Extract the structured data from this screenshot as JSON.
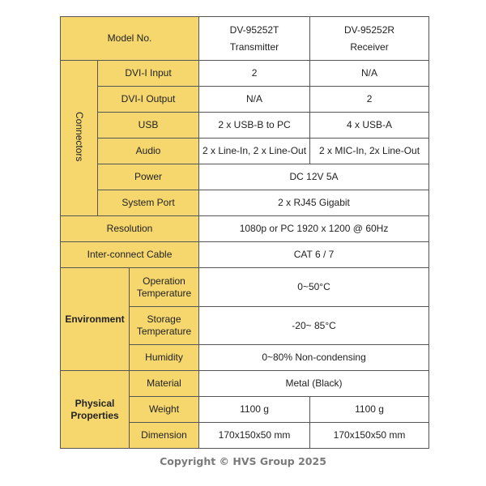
{
  "header": {
    "label": "Model No.",
    "tx_model": "DV-95252T",
    "tx_role": "Transmitter",
    "rx_model": "DV-95252R",
    "rx_role": "Receiver"
  },
  "connectors": {
    "group_label": "Connectors",
    "dvi_input": {
      "label": "DVI-I Input",
      "tx": "2",
      "rx": "N/A"
    },
    "dvi_output": {
      "label": "DVI-I Output",
      "tx": "N/A",
      "rx": "2"
    },
    "usb": {
      "label": "USB",
      "tx": "2 x USB-B to PC",
      "rx": "4 x USB-A"
    },
    "audio": {
      "label": "Audio",
      "tx": "2 x Line-In, 2 x Line-Out",
      "rx": "2 x MIC-In, 2x Line-Out"
    },
    "power": {
      "label": "Power",
      "value": "DC 12V 5A"
    },
    "system_port": {
      "label": "System Port",
      "value": "2 x RJ45 Gigabit"
    }
  },
  "resolution": {
    "label": "Resolution",
    "value": "1080p or PC 1920 x 1200 @ 60Hz"
  },
  "cable": {
    "label": "Inter-connect Cable",
    "value": "CAT 6 / 7"
  },
  "environment": {
    "group_label": "Environment",
    "operation_temp": {
      "label": [
        "Operation",
        "Temperature"
      ],
      "value": "0~50°C"
    },
    "storage_temp": {
      "label": [
        "Storage",
        "Temperature"
      ],
      "value": "-20~ 85°C"
    },
    "humidity": {
      "label": "Humidity",
      "value": "0~80% Non-condensing"
    }
  },
  "physical": {
    "group_label": [
      "Physical",
      "Properties"
    ],
    "material": {
      "label": "Material",
      "value": "Metal (Black)"
    },
    "weight": {
      "label": "Weight",
      "tx": "1100 g",
      "rx": "1100 g"
    },
    "dimension": {
      "label": "Dimension",
      "tx": "170x150x50 mm",
      "rx": "170x150x50 mm"
    }
  },
  "footer": {
    "copyright": "Copyright © HVS Group 2025"
  },
  "colors": {
    "header_fill": "#f5d76e",
    "border": "#555555",
    "copyright_text": "#7a7a7a"
  }
}
